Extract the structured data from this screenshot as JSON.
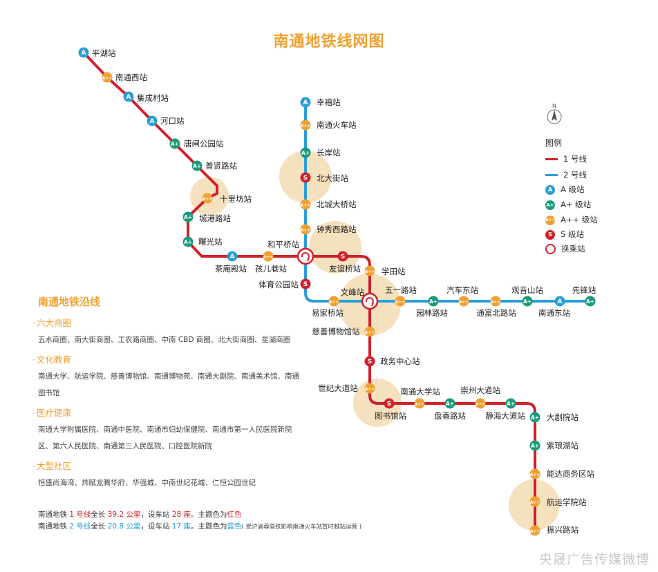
{
  "title": "南通地铁线网图",
  "colors": {
    "line1": "#d0202a",
    "line2": "#2a9ed8",
    "grade_a": "#2a9ed8",
    "grade_aplus": "#1a9a7c",
    "grade_aplusplus": "#f0a030",
    "grade_s": "#d0202a",
    "halo": "#f5dcb4"
  },
  "grade_labels": {
    "A": "A",
    "A+": "A+",
    "A++": "A++",
    "S": "S"
  },
  "legend": {
    "title": "图例",
    "items": [
      {
        "type": "line",
        "color": "#d0202a",
        "label": "1 号线"
      },
      {
        "type": "line",
        "color": "#2a9ed8",
        "label": "2 号线"
      },
      {
        "type": "grade",
        "grade": "A",
        "label": "A 级站"
      },
      {
        "type": "grade",
        "grade": "A+",
        "label": "A+ 级站"
      },
      {
        "type": "grade",
        "grade": "A++",
        "label": "A++ 级站"
      },
      {
        "type": "grade",
        "grade": "S",
        "label": "S 级站"
      },
      {
        "type": "transfer",
        "label": "换乘站"
      }
    ]
  },
  "stations": [
    {
      "name": "平湖站",
      "grade": "A"
    },
    {
      "name": "南通西站",
      "grade": "A++"
    },
    {
      "name": "集成村站",
      "grade": "A"
    },
    {
      "name": "河口站",
      "grade": "A"
    },
    {
      "name": "唐闸公园站",
      "grade": "A+"
    },
    {
      "name": "普贤路站",
      "grade": "A+"
    },
    {
      "name": "十里坊站",
      "grade": "A++"
    },
    {
      "name": "城港路站",
      "grade": "A+"
    },
    {
      "name": "曙光站",
      "grade": "A+"
    },
    {
      "name": "茶庵殿站",
      "grade": "A"
    },
    {
      "name": "孩儿巷站",
      "grade": "A++"
    },
    {
      "name": "和平桥站",
      "grade": "transfer"
    },
    {
      "name": "友谊桥站",
      "grade": "S"
    },
    {
      "name": "学田站",
      "grade": "A++"
    },
    {
      "name": "文峰站",
      "grade": "transfer"
    },
    {
      "name": "慈善博物馆站",
      "grade": "A++"
    },
    {
      "name": "政务中心站",
      "grade": "S"
    },
    {
      "name": "世纪大道站",
      "grade": "A++"
    },
    {
      "name": "图书馆站",
      "grade": "S"
    },
    {
      "name": "南通大学站",
      "grade": "A++"
    },
    {
      "name": "盘香路站",
      "grade": "A+"
    },
    {
      "name": "崇州大道站",
      "grade": "A++"
    },
    {
      "name": "静海大道站",
      "grade": "A+"
    },
    {
      "name": "大剧院站",
      "grade": "A+"
    },
    {
      "name": "紫琅湖站",
      "grade": "A+"
    },
    {
      "name": "能达商务区站",
      "grade": "A++"
    },
    {
      "name": "航运学院站",
      "grade": "A++"
    },
    {
      "name": "振兴路站",
      "grade": "A++"
    },
    {
      "name": "幸福站",
      "grade": "A"
    },
    {
      "name": "南通火车站",
      "grade": "A++"
    },
    {
      "name": "长岸站",
      "grade": "A+"
    },
    {
      "name": "北大街站",
      "grade": "S"
    },
    {
      "name": "北城大桥站",
      "grade": "A++"
    },
    {
      "name": "钟秀西路站",
      "grade": "A++"
    },
    {
      "name": "体育公园站",
      "grade": "S"
    },
    {
      "name": "易家桥站",
      "grade": "A++"
    },
    {
      "name": "五一路站",
      "grade": "A++"
    },
    {
      "name": "园林路站",
      "grade": "A+"
    },
    {
      "name": "汽车东站",
      "grade": "A++"
    },
    {
      "name": "通富北路站",
      "grade": "A++"
    },
    {
      "name": "观音山站",
      "grade": "A+"
    },
    {
      "name": "南通东站",
      "grade": "A"
    },
    {
      "name": "先锋站",
      "grade": "A+"
    }
  ],
  "info": {
    "heading": "南通地铁沿线",
    "categories": [
      {
        "name": "六大商圈",
        "items": "五水商圈、南大街商圈、工农路商圈、中南 CBD 商圈、北大街商圈、星湖商圈"
      },
      {
        "name": "文化教育",
        "items": "南通大学、航运学院、慈善博物馆、南通博物苑、南通大剧院、南通美术馆、南通图书馆"
      },
      {
        "name": "医疗健康",
        "items": "南通大学附属医院、南通中医院、南通市妇幼保健院、南通市第一人民医院新院区、第六人民医院、南通第三人民医院、口腔医院新院"
      },
      {
        "name": "大型社区",
        "items": "恒盛尚海湾、炜赋龙腾华府、华强城、中南世纪花城、仁恒公园世纪"
      }
    ]
  },
  "footnote": {
    "line1": {
      "pre": "南通地铁 ",
      "line": "1 号线",
      "mid1": "全长 ",
      "length": "39.2 公里",
      "mid2": "，设车站 ",
      "count": "28 座",
      "mid3": "。主题色为",
      "color": "红色"
    },
    "line2": {
      "pre": "南通地铁 ",
      "line": "2 号线",
      "mid1": "全长 ",
      "length": "20.8 公里",
      "mid2": "，设车站 ",
      "count": "17 座",
      "mid3": "。主题色为",
      "color": "蓝色",
      "note": "( 受沪渝蓉高铁影响南通火车站暂时越站运营 )"
    }
  },
  "north_label": "N",
  "watermark": "央晟广告传媒微博"
}
